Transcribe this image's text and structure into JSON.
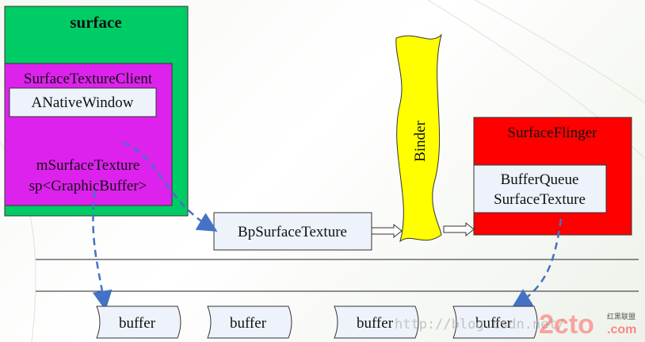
{
  "surface": {
    "title": "surface",
    "color": "#00cc66"
  },
  "client": {
    "title": "SurfaceTextureClient",
    "window_label": "ANativeWindow",
    "member_line1": "mSurfaceTexture",
    "member_line2": "sp<GraphicBuffer>",
    "color": "#dd22ee"
  },
  "bp_surface_texture": "BpSurfaceTexture",
  "binder": {
    "label": "Binder",
    "color": "#ffff00"
  },
  "surface_flinger": {
    "title": "SurfaceFlinger",
    "line1": "BufferQueue",
    "line2": "SurfaceTexture",
    "color": "#ff0000"
  },
  "buffers": [
    "buffer",
    "buffer",
    "buffer",
    "buffer"
  ],
  "watermark": {
    "url": "http://blog.csdn.net/",
    "logo": "2cto",
    "logo_sub": ".com",
    "logo_cn": "红黑联盟"
  },
  "colors": {
    "box_fill": "#eef2fa",
    "dashed_arrow": "#4472c4"
  }
}
